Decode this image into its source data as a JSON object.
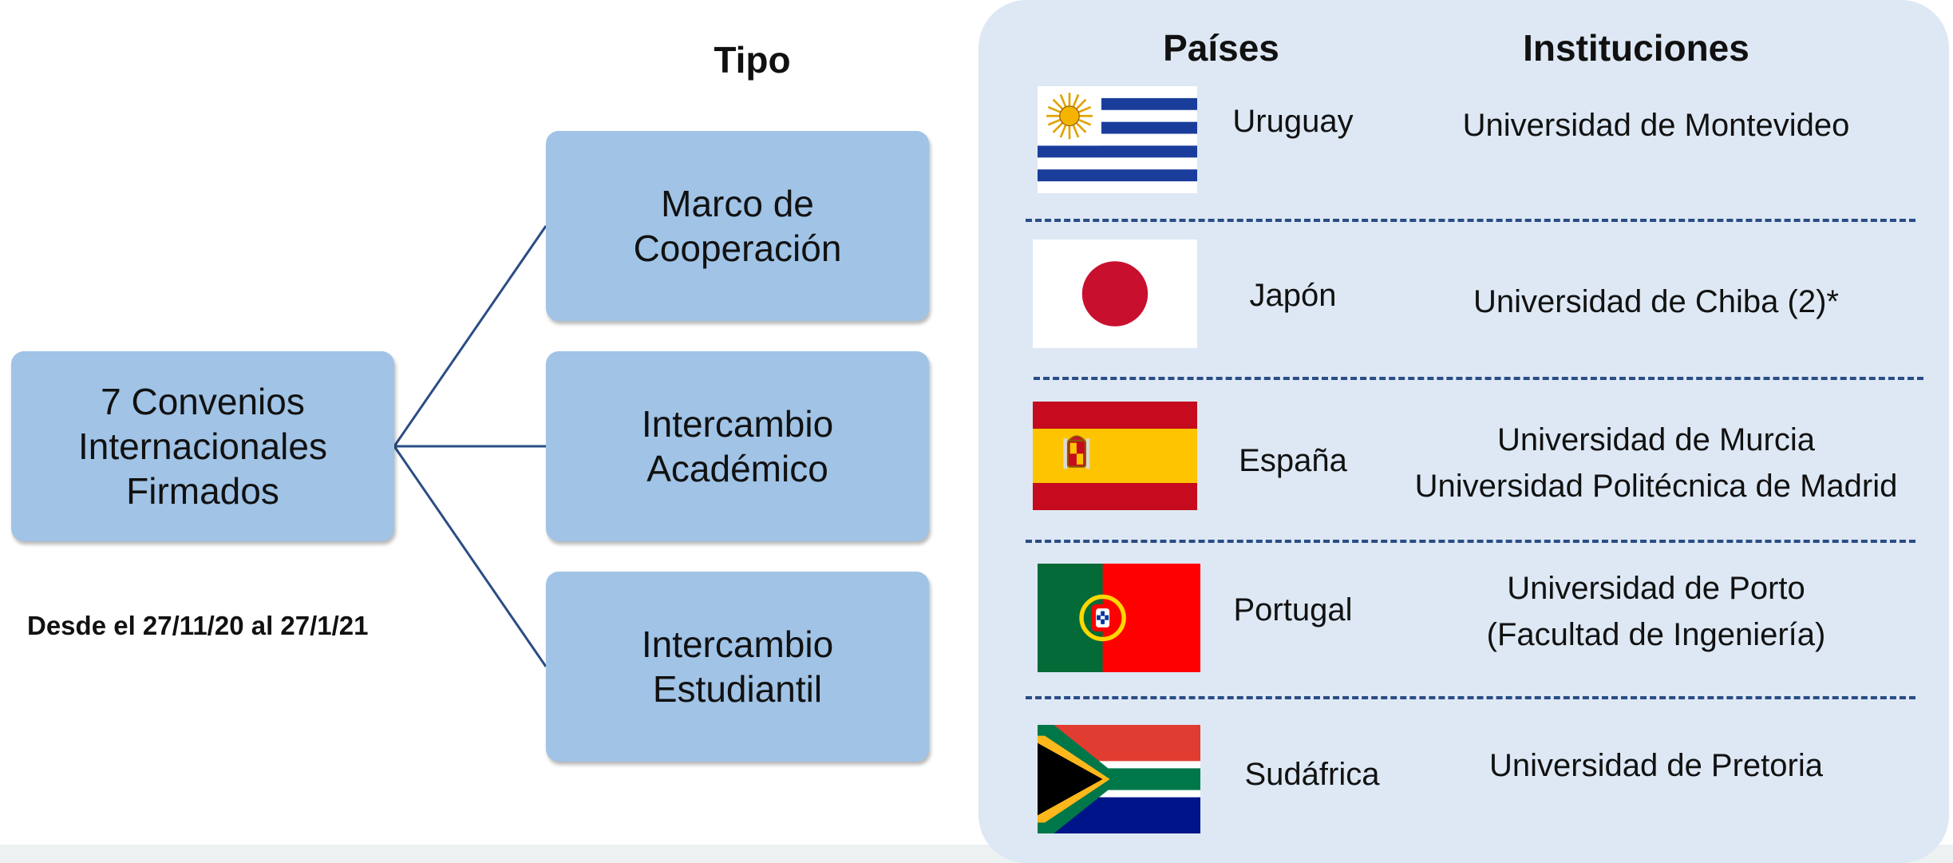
{
  "headings": {
    "tipo": "Tipo",
    "paises": "Países",
    "instituciones": "Instituciones"
  },
  "root": {
    "label": "7 Convenios\nInternacionales\nFirmados"
  },
  "date_range": "Desde el 27/11/20 al 27/1/21",
  "types": [
    {
      "label": "Marco de\nCooperación"
    },
    {
      "label": "Intercambio\nAcadémico"
    },
    {
      "label": "Intercambio\nEstudiantil"
    }
  ],
  "countries": [
    {
      "name": "Uruguay",
      "flag": "uruguay-flag-icon",
      "institutions": "Universidad de Montevideo"
    },
    {
      "name": "Japón",
      "flag": "japan-flag-icon",
      "institutions": "Universidad de Chiba (2)*"
    },
    {
      "name": "España",
      "flag": "spain-flag-icon",
      "institutions": "Universidad de Murcia\nUniversidad Politécnica de Madrid"
    },
    {
      "name": "Portugal",
      "flag": "portugal-flag-icon",
      "institutions": "Universidad de Porto\n(Facultad de Ingeniería)"
    },
    {
      "name": "Sudáfrica",
      "flag": "south-africa-flag-icon",
      "institutions": "Universidad de Pretoria"
    }
  ],
  "colors": {
    "box_fill": "#a0c3e6",
    "panel_fill": "#dde8f4",
    "connector": "#2a4d86",
    "divider": "#2a4d86"
  }
}
